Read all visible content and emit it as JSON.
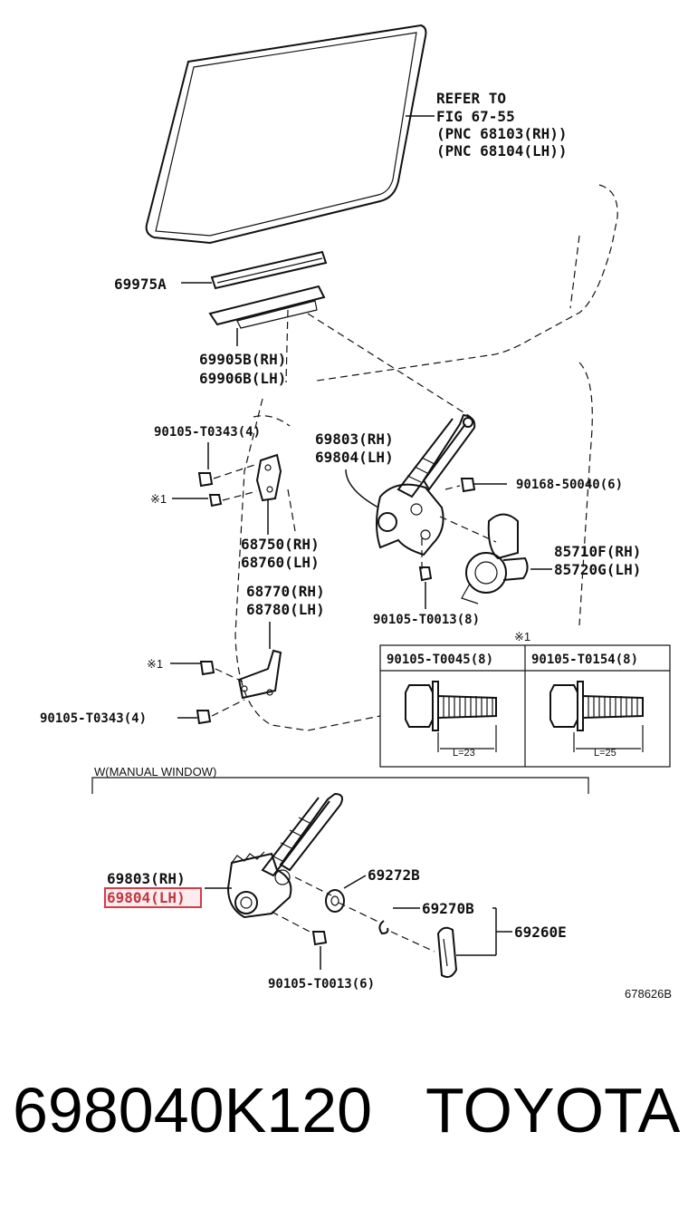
{
  "labels": {
    "refer_line1": "REFER TO",
    "refer_line2": "FIG 67-55",
    "refer_line3": "(PNC 68103(RH))",
    "refer_line4": "(PNC 68104(LH))",
    "p69975a": "69975A",
    "p69905b": "69905B(RH)",
    "p69906b": "69906B(LH)",
    "p90105_t0343_top": "90105-T0343(4)",
    "p69803_top": "69803(RH)",
    "p69804_top": "69804(LH)",
    "p90168": "90168-50040(6)",
    "mark1_a": "※1",
    "p68750": "68750(RH)",
    "p68760": "68760(LH)",
    "p68770": "68770(RH)",
    "p68780": "68780(LH)",
    "p85710f": "85710F(RH)",
    "p85720g": "85720G(LH)",
    "p90105_t0013_8": "90105-T0013(8)",
    "mark1_b": "※1",
    "mark1_c": "※1",
    "p90105_t0343_bottom": "90105-T0343(4)",
    "manual_window": "W(MANUAL WINDOW)",
    "p69803_bottom": "69803(RH)",
    "p69804_bottom": "69804(LH)",
    "p69272b": "69272B",
    "p69270b": "69270B",
    "p69260e": "69260E",
    "p90105_t0013_6": "90105-T0013(6)",
    "figure_code": "678626B"
  },
  "bolt_table": {
    "left_header": "90105-T0045(8)",
    "right_header": "90105-T0154(8)",
    "left_dim": "L=23",
    "right_dim": "L=25"
  },
  "footer": {
    "part_number": "698040K120",
    "brand": "TOYOTA"
  },
  "colors": {
    "line": "#111111",
    "highlight": "#d43c47"
  }
}
